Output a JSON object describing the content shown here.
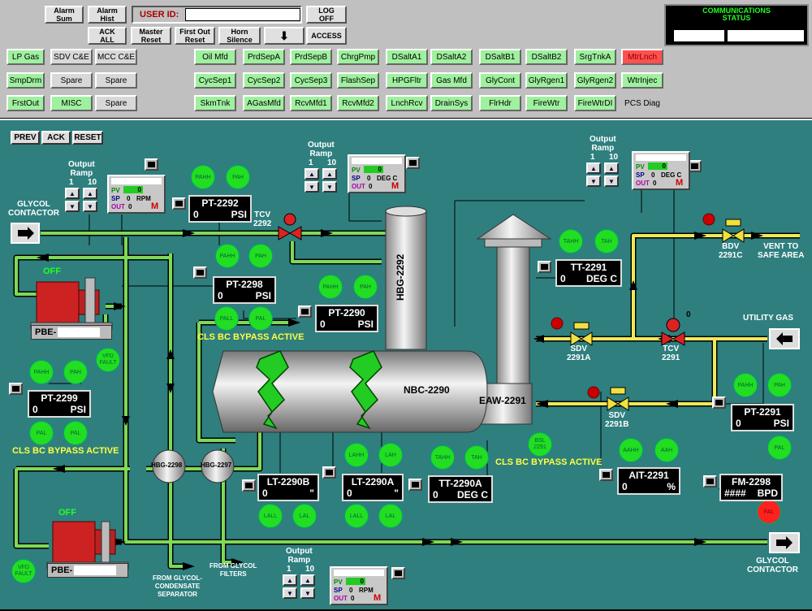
{
  "header": {
    "alarm_sum": "Alarm\nSum",
    "alarm_hist": "Alarm\nHist",
    "user_id_label": "USER ID:",
    "user_id_value": "",
    "log_off": "LOG\nOFF",
    "ack_all": "ACK\nALL",
    "master_reset": "Master\nReset",
    "first_out_reset": "First Out\nReset",
    "horn_silence": "Horn\nSilence",
    "access": "ACCESS",
    "comm_status": "COMMUNICATIONS\nSTATUS"
  },
  "area_buttons": [
    [
      "LP Gas",
      "SDV C&E",
      "MCC C&E",
      "Oil Mfd",
      "PrdSepA",
      "PrdSepB",
      "ChrgPmp",
      "DSaltA1",
      "DSaltA2",
      "DSaltB1",
      "DSaltB2",
      "SrgTnkA",
      "MtrLnch"
    ],
    [
      "SmpDrm",
      "Spare",
      "Spare",
      "CycSep1",
      "CycSep2",
      "CycSep3",
      "FlashSep",
      "HPGFltr",
      "Gas Mfd",
      "GlyCont",
      "GlyRgen1",
      "GlyRgen2",
      "WtrInjec"
    ],
    [
      "FrstOut",
      "MISC",
      "Spare",
      "SkmTnk",
      "AGasMfd",
      "RcvMfd1",
      "RcvMfd2",
      "LnchRcv",
      "DrainSys",
      "FlrHdr",
      "FireWtr",
      "FireWtrDI",
      "PCS Diag"
    ]
  ],
  "nav": {
    "prev": "PREV",
    "ack": "ACK",
    "reset": "RESET"
  },
  "controllers": [
    {
      "ramp": "Output\nRamp",
      "one": "1",
      "ten": "10",
      "pv": "PV",
      "pv_val": "0",
      "sp": "SP",
      "sp_val": "0",
      "unit": "RPM",
      "out": "OUT",
      "out_val": "0",
      "mode": "M"
    },
    {
      "ramp": "Output\nRamp",
      "one": "1",
      "ten": "10",
      "pv": "PV",
      "pv_val": "0",
      "sp": "SP",
      "sp_val": "0",
      "unit": "DEG C",
      "out": "OUT",
      "out_val": "0",
      "mode": "M"
    },
    {
      "ramp": "Output\nRamp",
      "one": "1",
      "ten": "10",
      "pv": "PV",
      "pv_val": "0",
      "sp": "SP",
      "sp_val": "0",
      "unit": "DEG C",
      "out": "OUT",
      "out_val": "0",
      "mode": "M"
    },
    {
      "ramp": "Output\nRamp",
      "one": "1",
      "ten": "10",
      "pv": "PV",
      "pv_val": "0",
      "sp": "SP",
      "sp_val": "0",
      "unit": "RPM",
      "out": "OUT",
      "out_val": "0",
      "mode": "M"
    }
  ],
  "tags": {
    "pt2292": {
      "name": "PT-2292",
      "val": "0",
      "unit": "PSI"
    },
    "pt2298": {
      "name": "PT-2298",
      "val": "0",
      "unit": "PSI"
    },
    "pt2290": {
      "name": "PT-2290",
      "val": "0",
      "unit": "PSI"
    },
    "pt2299": {
      "name": "PT-2299",
      "val": "0",
      "unit": "PSI"
    },
    "tt2291": {
      "name": "TT-2291",
      "val": "0",
      "unit": "DEG C"
    },
    "pt2291": {
      "name": "PT-2291",
      "val": "0",
      "unit": "PSI"
    },
    "lt2290b": {
      "name": "LT-2290B",
      "val": "0",
      "unit": "\""
    },
    "lt2290a": {
      "name": "LT-2290A",
      "val": "0",
      "unit": "\""
    },
    "tt2290a": {
      "name": "TT-2290A",
      "val": "0",
      "unit": "DEG C"
    },
    "ait2291": {
      "name": "AIT-2291",
      "val": "0",
      "unit": "%"
    },
    "fm2298": {
      "name": "FM-2298",
      "val": "####",
      "unit": "BPD"
    }
  },
  "labels": {
    "glycol_contactor_in": "GLYCOL\nCONTACTOR",
    "glycol_contactor_out": "GLYCOL\nCONTACTOR",
    "tcv2292": "TCV\n2292",
    "hbg2292": "HBG-2292",
    "nbc2290": "NBC-2290",
    "eaw2291": "EAW-2291",
    "bdv": "BDV\n2291C",
    "vent": "VENT TO\nSAFE AREA",
    "utility_gas": "UTILITY  GAS",
    "sdv2291a": "SDV\n2291A",
    "tcv2291": "TCV\n2291",
    "sdv2291b": "SDV\n2291B",
    "hbg2298": "HBG-2298",
    "hbg2297": "HBG-2297",
    "from_cond": "FROM GLYCOL-\nCONDENSATE\nSEPARATOR",
    "from_filters": "FROM GLYCOL\nFILTERS",
    "pump1_state": "OFF",
    "pump2_state": "OFF",
    "pbe1": "PBE-",
    "pbe2": "PBE-",
    "bypass1": "CLS BC BYPASS ACTIVE",
    "bypass2": "CLS BC BYPASS ACTIVE",
    "bypass3": "CLS BC BYPASS ACTIVE",
    "tcv2291_val": "0"
  },
  "alarms": {
    "pahh1": "PAHH",
    "pah1": "PAH",
    "pahh2": "PAHH",
    "pah2": "PAH",
    "pahh3": "PAHH",
    "pah3": "PAH",
    "pall": "PALL",
    "pal": "PAL",
    "vfd1": "VFD\nFAULT",
    "vfd2": "VFD\nFAULT",
    "pahh4": "PAHH",
    "pah4": "PAH",
    "pal2": "PAL",
    "pal3": "PAL",
    "tahh": "TAHH",
    "tah": "TAH",
    "lahh": "LAHH",
    "lah": "LAH",
    "tahh2": "TAHH",
    "tah2": "TAH",
    "lall": "LALL",
    "lal": "LAL",
    "lall2": "LALL",
    "lal2": "LAL",
    "bsl": "BSL\n2291",
    "aahh": "AAHH",
    "aah": "AAH",
    "pahh5": "PAHH",
    "pah5": "PAH",
    "pal4": "PAL",
    "fal": "FAL"
  },
  "colors": {
    "bg": "#2f7f7f",
    "pipe_green": "#66cc44",
    "pipe_yellow": "#f0e040",
    "alarm_green": "#22dd22",
    "alarm_red": "#ff2020"
  }
}
